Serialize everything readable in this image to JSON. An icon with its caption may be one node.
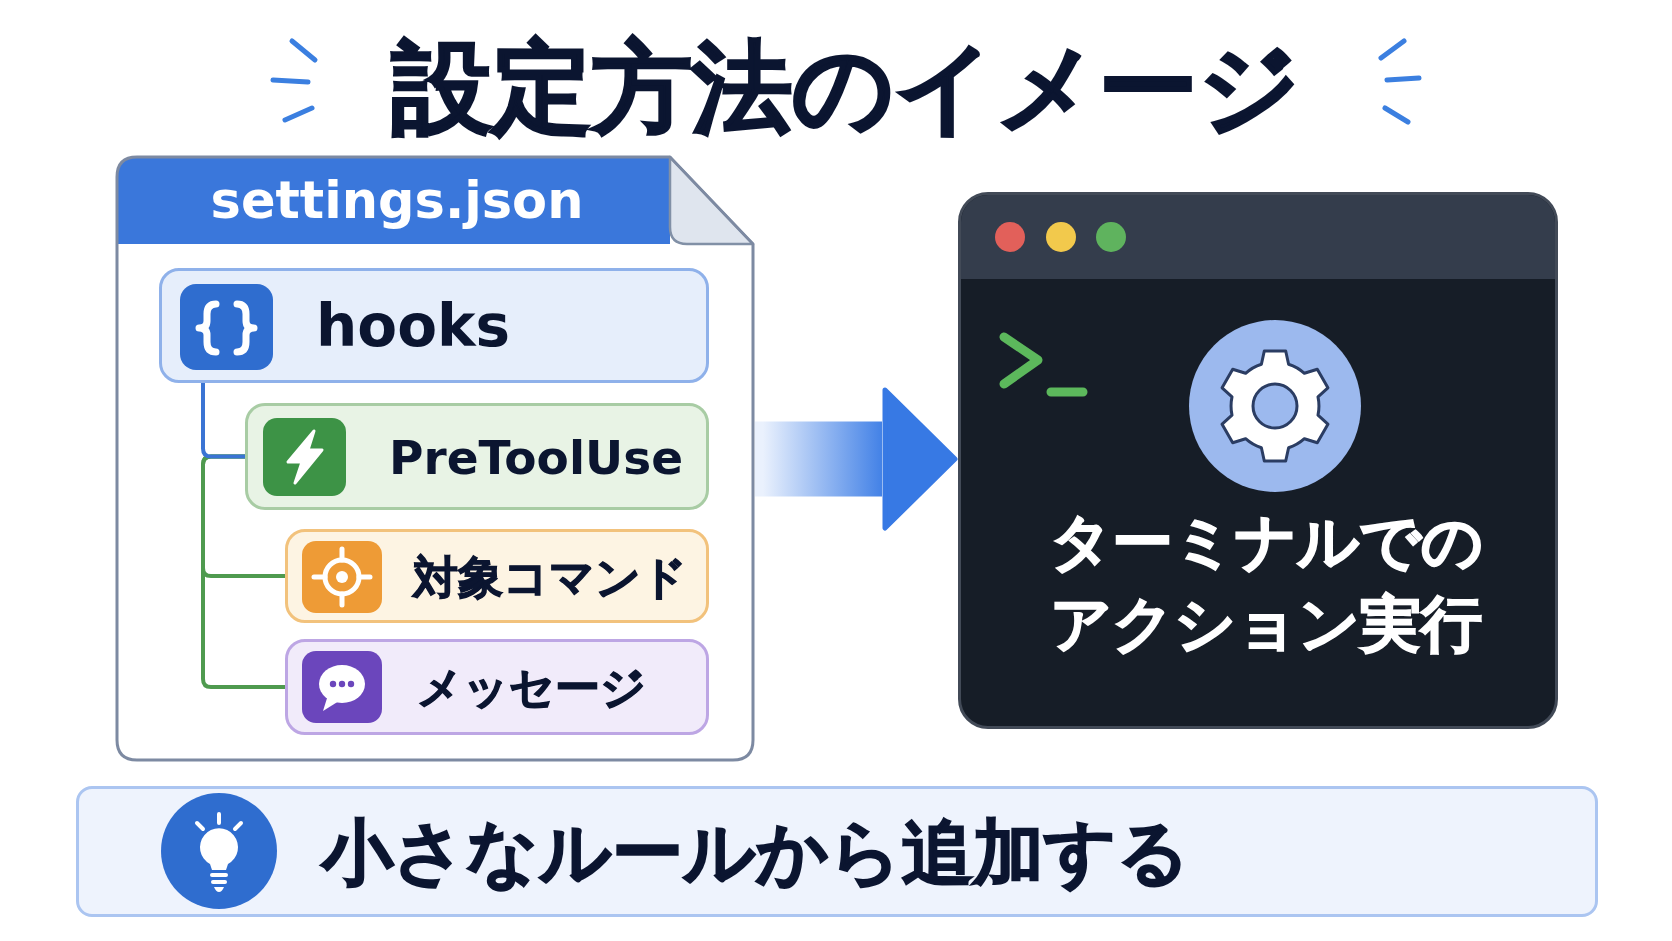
{
  "diagram": {
    "title": "設定方法のイメージ",
    "nodes": [
      {
        "text": [
          "settings.json"
        ]
      },
      {
        "text": [
          "hooks"
        ],
        "in": 0
      },
      {
        "text": [
          "PreToolUse"
        ],
        "in": 0
      },
      {
        "text": [
          "対象コマンド"
        ],
        "in": 0
      },
      {
        "text": [
          "メッセージ"
        ],
        "in": 0
      },
      {
        "text": [
          "ターミナルでのアクション実行"
        ]
      },
      {
        "text": [
          "小さなルールから追加する"
        ]
      }
    ],
    "edges": [
      {
        "from": 1,
        "to": 2,
        "arrow": "none",
        "color": "#3a74d4"
      },
      {
        "from": 2,
        "to": 3,
        "arrow": "none",
        "color": "#4f9a4f"
      },
      {
        "from": 2,
        "to": 4,
        "arrow": "none",
        "color": "#4f9a4f"
      },
      {
        "from": 0,
        "to": 5,
        "arrow": "to",
        "style": "thick"
      }
    ]
  }
}
